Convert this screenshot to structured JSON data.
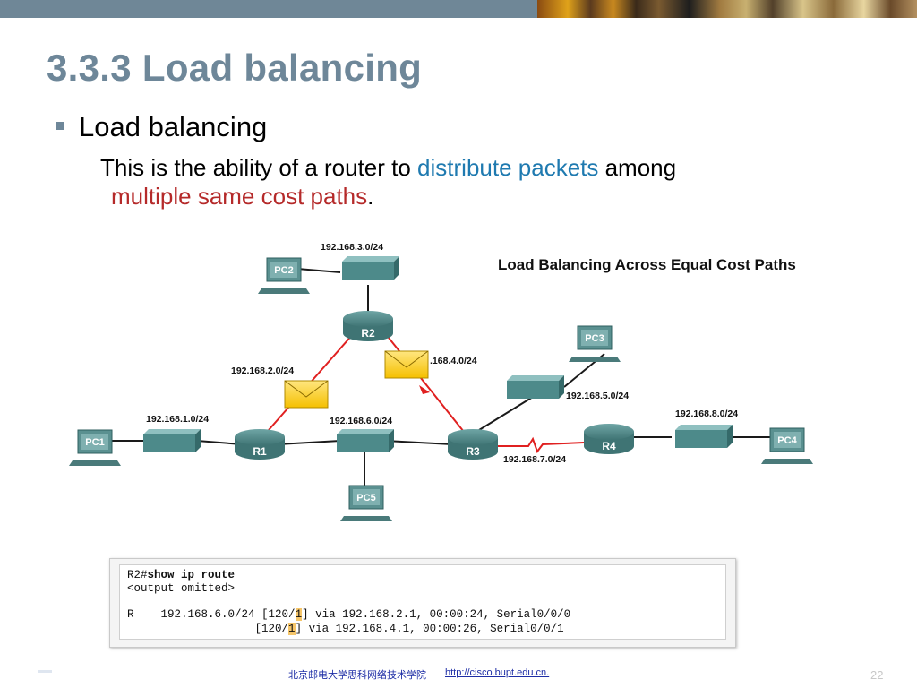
{
  "slide": {
    "title": "3.3.3 Load balancing",
    "bullet": "Load balancing",
    "body": {
      "part1": "This is the ability of a router to ",
      "part2": "distribute packets",
      "part3": " among",
      "part4": "multiple same cost paths",
      "part5": "."
    }
  },
  "diagram": {
    "title": "Load Balancing Across Equal Cost Paths",
    "routers": [
      "R1",
      "R2",
      "R3",
      "R4"
    ],
    "pcs": [
      "PC1",
      "PC2",
      "PC3",
      "PC4",
      "PC5"
    ],
    "networks": [
      "192.168.3.0/24",
      "192.168.2.0/24",
      ".168.4.0/24",
      "192.168.1.0/24",
      "192.168.6.0/24",
      "192.168.5.0/24",
      "192.168.8.0/24",
      "192.168.7.0/24"
    ]
  },
  "routing": {
    "prompt": "R2#",
    "command": "show ip route",
    "omitted": "<output omitted>",
    "line1": {
      "code": "R",
      "prefix": "192.168.6.0/24 [120/",
      "hop": "1",
      "rest": "] via 192.168.2.1, 00:00:24, Serial0/0/0"
    },
    "line2": {
      "prefix": "[120/",
      "hop": "1",
      "rest": "] via 192.168.4.1, 00:00:26, Serial0/0/1"
    }
  },
  "footer": {
    "org": "北京邮电大学思科网络技术学院",
    "link": "http://cisco.bupt.edu.cn.",
    "page": "22"
  },
  "colors": {
    "title": "#6e8799",
    "highlight_blue": "#1f7ab0",
    "highlight_red": "#b52a2a",
    "serial_link": "#e02020"
  }
}
